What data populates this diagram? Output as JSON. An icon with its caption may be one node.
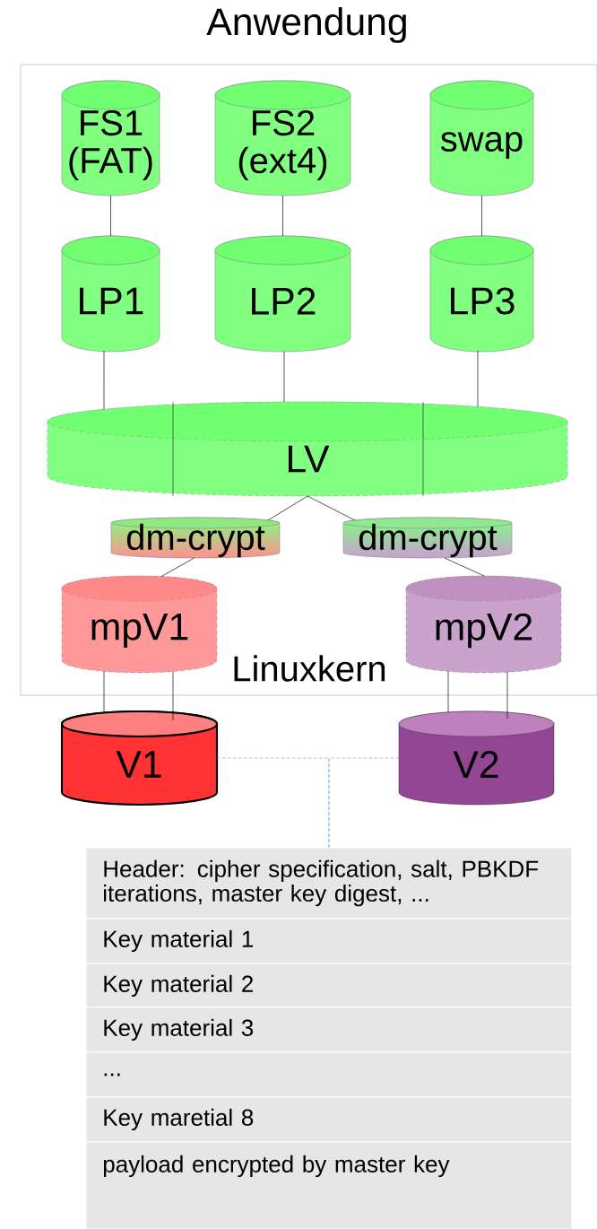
{
  "diagram": {
    "title": "Anwendung",
    "nodes": [
      {
        "text": [
          "Linuxkern"
        ]
      },
      {
        "text": [
          "FS1 (FAT)"
        ],
        "in": 0
      },
      {
        "text": [
          "FS2 (ext4)"
        ],
        "in": 0
      },
      {
        "text": [
          "swap"
        ],
        "in": 0
      },
      {
        "text": [
          "LP1"
        ],
        "in": 0
      },
      {
        "text": [
          "LP2"
        ],
        "in": 0
      },
      {
        "text": [
          "LP3"
        ],
        "in": 0
      },
      {
        "text": [
          "LV"
        ],
        "in": 0
      },
      {
        "text": [
          "dm-crypt"
        ],
        "in": 0
      },
      {
        "text": [
          "dm-crypt"
        ],
        "in": 0
      },
      {
        "text": [
          "mpV1"
        ],
        "in": 0
      },
      {
        "text": [
          "mpV2"
        ],
        "in": 0
      },
      {
        "text": [
          "V1"
        ]
      },
      {
        "text": [
          "V2"
        ]
      },
      {
        "text": [
          "Header: cipher specification, salt, PBKDF iterations, master key digest, ..."
        ]
      },
      {
        "text": [
          "Key material 1"
        ]
      },
      {
        "text": [
          "Key material 2"
        ]
      },
      {
        "text": [
          "Key material 3"
        ]
      },
      {
        "text": [
          "..."
        ]
      },
      {
        "text": [
          "Key maretial 8"
        ]
      },
      {
        "text": [
          "payload encrypted by master  key"
        ]
      }
    ],
    "edges": [
      {
        "from": 1,
        "to": 4,
        "arrow": "none"
      },
      {
        "from": 2,
        "to": 5,
        "arrow": "none"
      },
      {
        "from": 3,
        "to": 6,
        "arrow": "none"
      },
      {
        "from": 4,
        "to": 7,
        "arrow": "none"
      },
      {
        "from": 5,
        "to": 7,
        "arrow": "none"
      },
      {
        "from": 6,
        "to": 7,
        "arrow": "none"
      },
      {
        "from": 7,
        "to": 8,
        "arrow": "none"
      },
      {
        "from": 8,
        "to": 10,
        "arrow": "none"
      },
      {
        "from": 7,
        "to": 9,
        "arrow": "none"
      },
      {
        "from": 9,
        "to": 11,
        "arrow": "none"
      },
      {
        "from": 10,
        "to": 12,
        "arrow": "none"
      },
      {
        "from": 10,
        "to": 12,
        "arrow": "none"
      },
      {
        "from": 11,
        "to": 13,
        "arrow": "none"
      },
      {
        "from": 11,
        "to": 13,
        "arrow": "none"
      },
      {
        "from": 12,
        "to": 14,
        "arrow": "none",
        "style": "dashed",
        "color": "#729fcf"
      },
      {
        "from": 13,
        "to": 14,
        "arrow": "none",
        "style": "dashed",
        "color": "#729fcf"
      }
    ]
  }
}
